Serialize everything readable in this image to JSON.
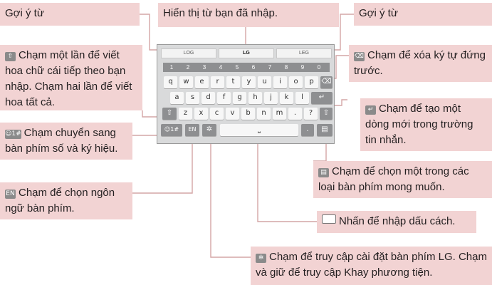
{
  "keyboard": {
    "suggestions": [
      "LOG",
      "LG",
      "LEG"
    ],
    "numbers": [
      "1",
      "2",
      "3",
      "4",
      "5",
      "6",
      "7",
      "8",
      "9",
      "0"
    ],
    "row1": [
      "q",
      "w",
      "e",
      "r",
      "t",
      "y",
      "u",
      "i",
      "o",
      "p"
    ],
    "row2": [
      "a",
      "s",
      "d",
      "f",
      "g",
      "h",
      "j",
      "k",
      "l"
    ],
    "row3": [
      "z",
      "x",
      "c",
      "v",
      "b",
      "n",
      "m",
      ".",
      "?"
    ],
    "shift_icon": "⇧",
    "delete_icon": "⌫",
    "enter_icon": "↵",
    "sym_label": "☺1#",
    "lang_label": "EN",
    "settings_icon": "✲",
    "space_icon": "⎵",
    "period_label": ".",
    "mode_icon": "▤"
  },
  "callouts": {
    "suggest_left": "Gợi ý từ",
    "typed_display": "Hiển thị từ bạn đã nhập.",
    "suggest_right": "Gợi ý từ",
    "shift": "Chạm một lần để viết hoa chữ cái tiếp theo bạn nhập. Chạm hai lần để viết hoa tất cả.",
    "delete": "Chạm để xóa ký tự đứng trước.",
    "enter": "Chạm để tạo một dòng mới trong trường tin nhắn.",
    "symbols": "Chạm chuyển sang bàn phím số và ký hiệu.",
    "language": "Chạm để chọn ngôn ngữ bàn phím.",
    "keyboard_mode": "Chạm để chọn một trong các loại bàn phím mong muốn.",
    "space": "Nhấn để nhập dấu cách.",
    "settings": "Chạm để truy cập cài đặt bàn phím LG. Chạm và giữ để truy cập Khay phương tiện."
  },
  "icons": {
    "shift_icon": "⇧",
    "delete_icon": "⌫",
    "enter_icon": "↵",
    "symbols_icon": "☺1#",
    "language_icon": "EN",
    "mode_icon": "▤",
    "space_icon": "⎵",
    "settings_icon": "✲"
  },
  "colors": {
    "callout_bg": "#f2d3d3",
    "connector": "#d4a6a6",
    "keyboard_bg": "#d9dadb"
  }
}
